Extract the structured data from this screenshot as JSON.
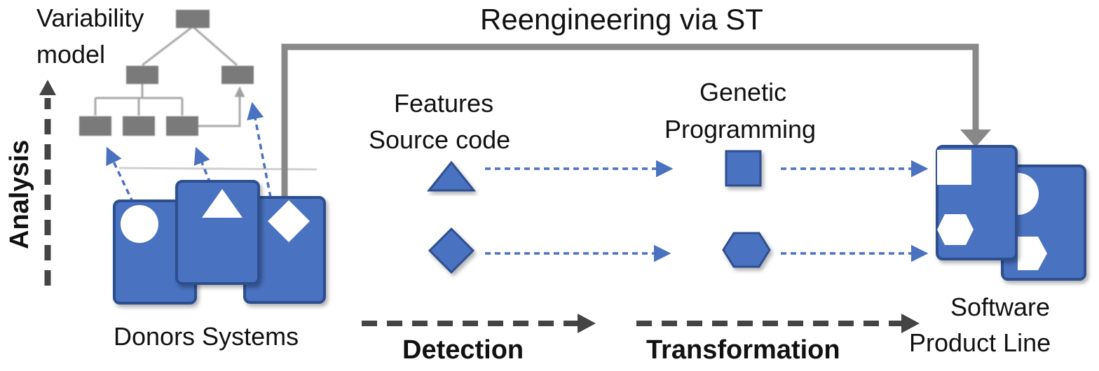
{
  "labels": {
    "variability_model_line1": "Variability",
    "variability_model_line2": "model",
    "reengineering": "Reengineering via ST",
    "analysis": "Analysis",
    "features": "Features",
    "source_code": "Source code",
    "genetic": "Genetic",
    "programming": "Programming",
    "donors_systems": "Donors Systems",
    "detection": "Detection",
    "transformation": "Transformation",
    "spl_line1": "Software",
    "spl_line2": "Product Line"
  },
  "colors": {
    "primary_blue": "#4a72c0",
    "blue_stroke": "#2f4f8f",
    "dark_gray": "#444444",
    "mid_gray": "#888888",
    "tree_node": "#7a7a7a",
    "tree_edge": "#a8a8a8",
    "dashed_blue": "#4a72c0"
  }
}
